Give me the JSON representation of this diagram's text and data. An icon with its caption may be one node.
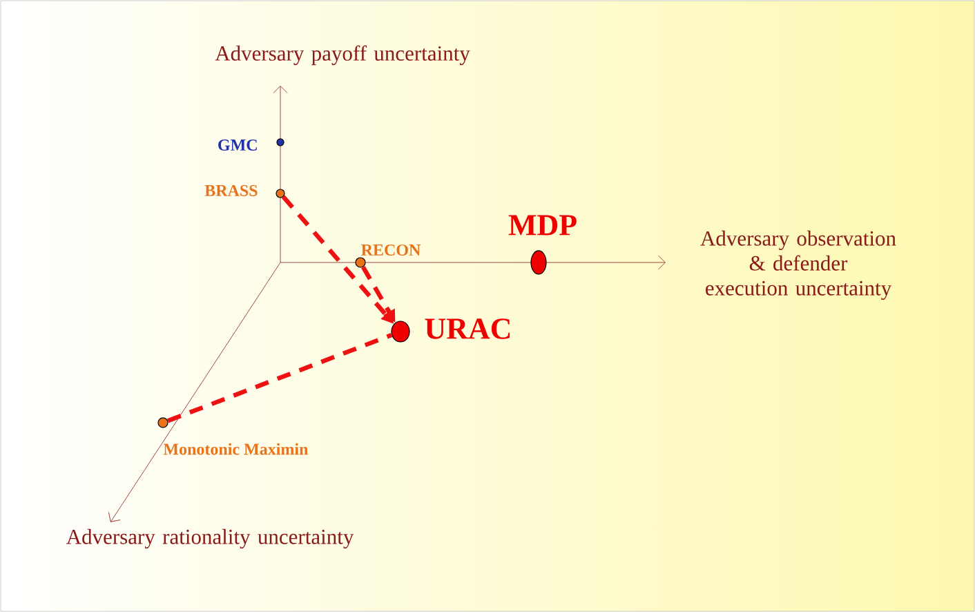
{
  "diagram": {
    "nodes": [
      {
        "text": [],
        "shape": "circle",
        "beside": [
          "GMC"
        ]
      },
      {
        "text": [],
        "shape": "circle",
        "beside": [
          "BRASS"
        ]
      },
      {
        "text": [],
        "shape": "circle",
        "beside": [
          "RECON"
        ]
      },
      {
        "text": [],
        "shape": "circle",
        "beside": [
          "MDP"
        ]
      },
      {
        "text": [],
        "shape": "circle",
        "beside": [
          "URAC"
        ]
      },
      {
        "text": [],
        "shape": "circle",
        "beside": [
          "Monotonic Maximin"
        ]
      }
    ],
    "edges": [
      {
        "from": 1,
        "to": 4,
        "arrow": "to",
        "style": "dashed"
      },
      {
        "from": 2,
        "to": 4,
        "arrow": "to",
        "style": "dashed"
      },
      {
        "from": 5,
        "to": 4,
        "arrow": "none",
        "style": "dashed"
      }
    ],
    "labels": [
      "Adversary payoff uncertainty",
      "Adversary observation & defender execution uncertainty",
      "Adversary rationality uncertainty"
    ]
  }
}
